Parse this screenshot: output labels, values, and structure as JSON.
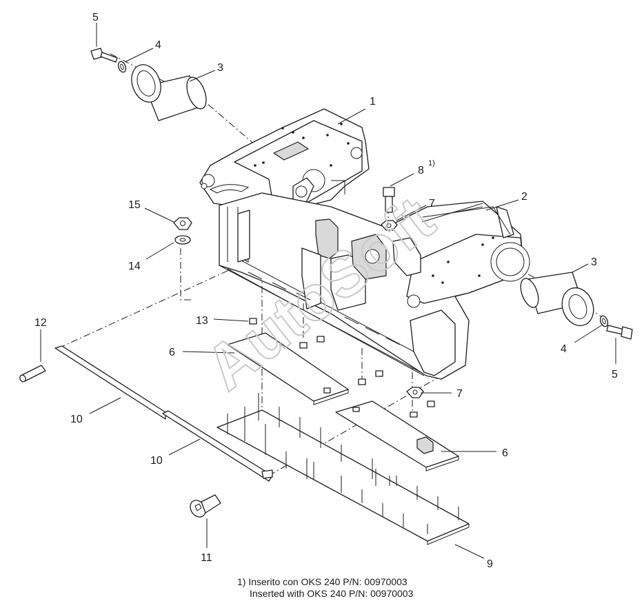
{
  "watermark": "AutoSoft",
  "callouts": {
    "c1": "1",
    "c2": "2",
    "c3a": "3",
    "c3b": "3",
    "c4a": "4",
    "c4b": "4",
    "c5a": "5",
    "c5b": "5",
    "c6a": "6",
    "c6b": "6",
    "c7a": "7",
    "c7b": "7",
    "c8": "8",
    "c8_note": "1)",
    "c9": "9",
    "c10a": "10",
    "c10b": "10",
    "c11": "11",
    "c12": "12",
    "c13": "13",
    "c14": "14",
    "c15": "15"
  },
  "footnote": {
    "line1": "1)  Inserito con OKS 240 P/N: 00970003",
    "line2": "Inserted with OKS 240 P/N: 00970003"
  }
}
